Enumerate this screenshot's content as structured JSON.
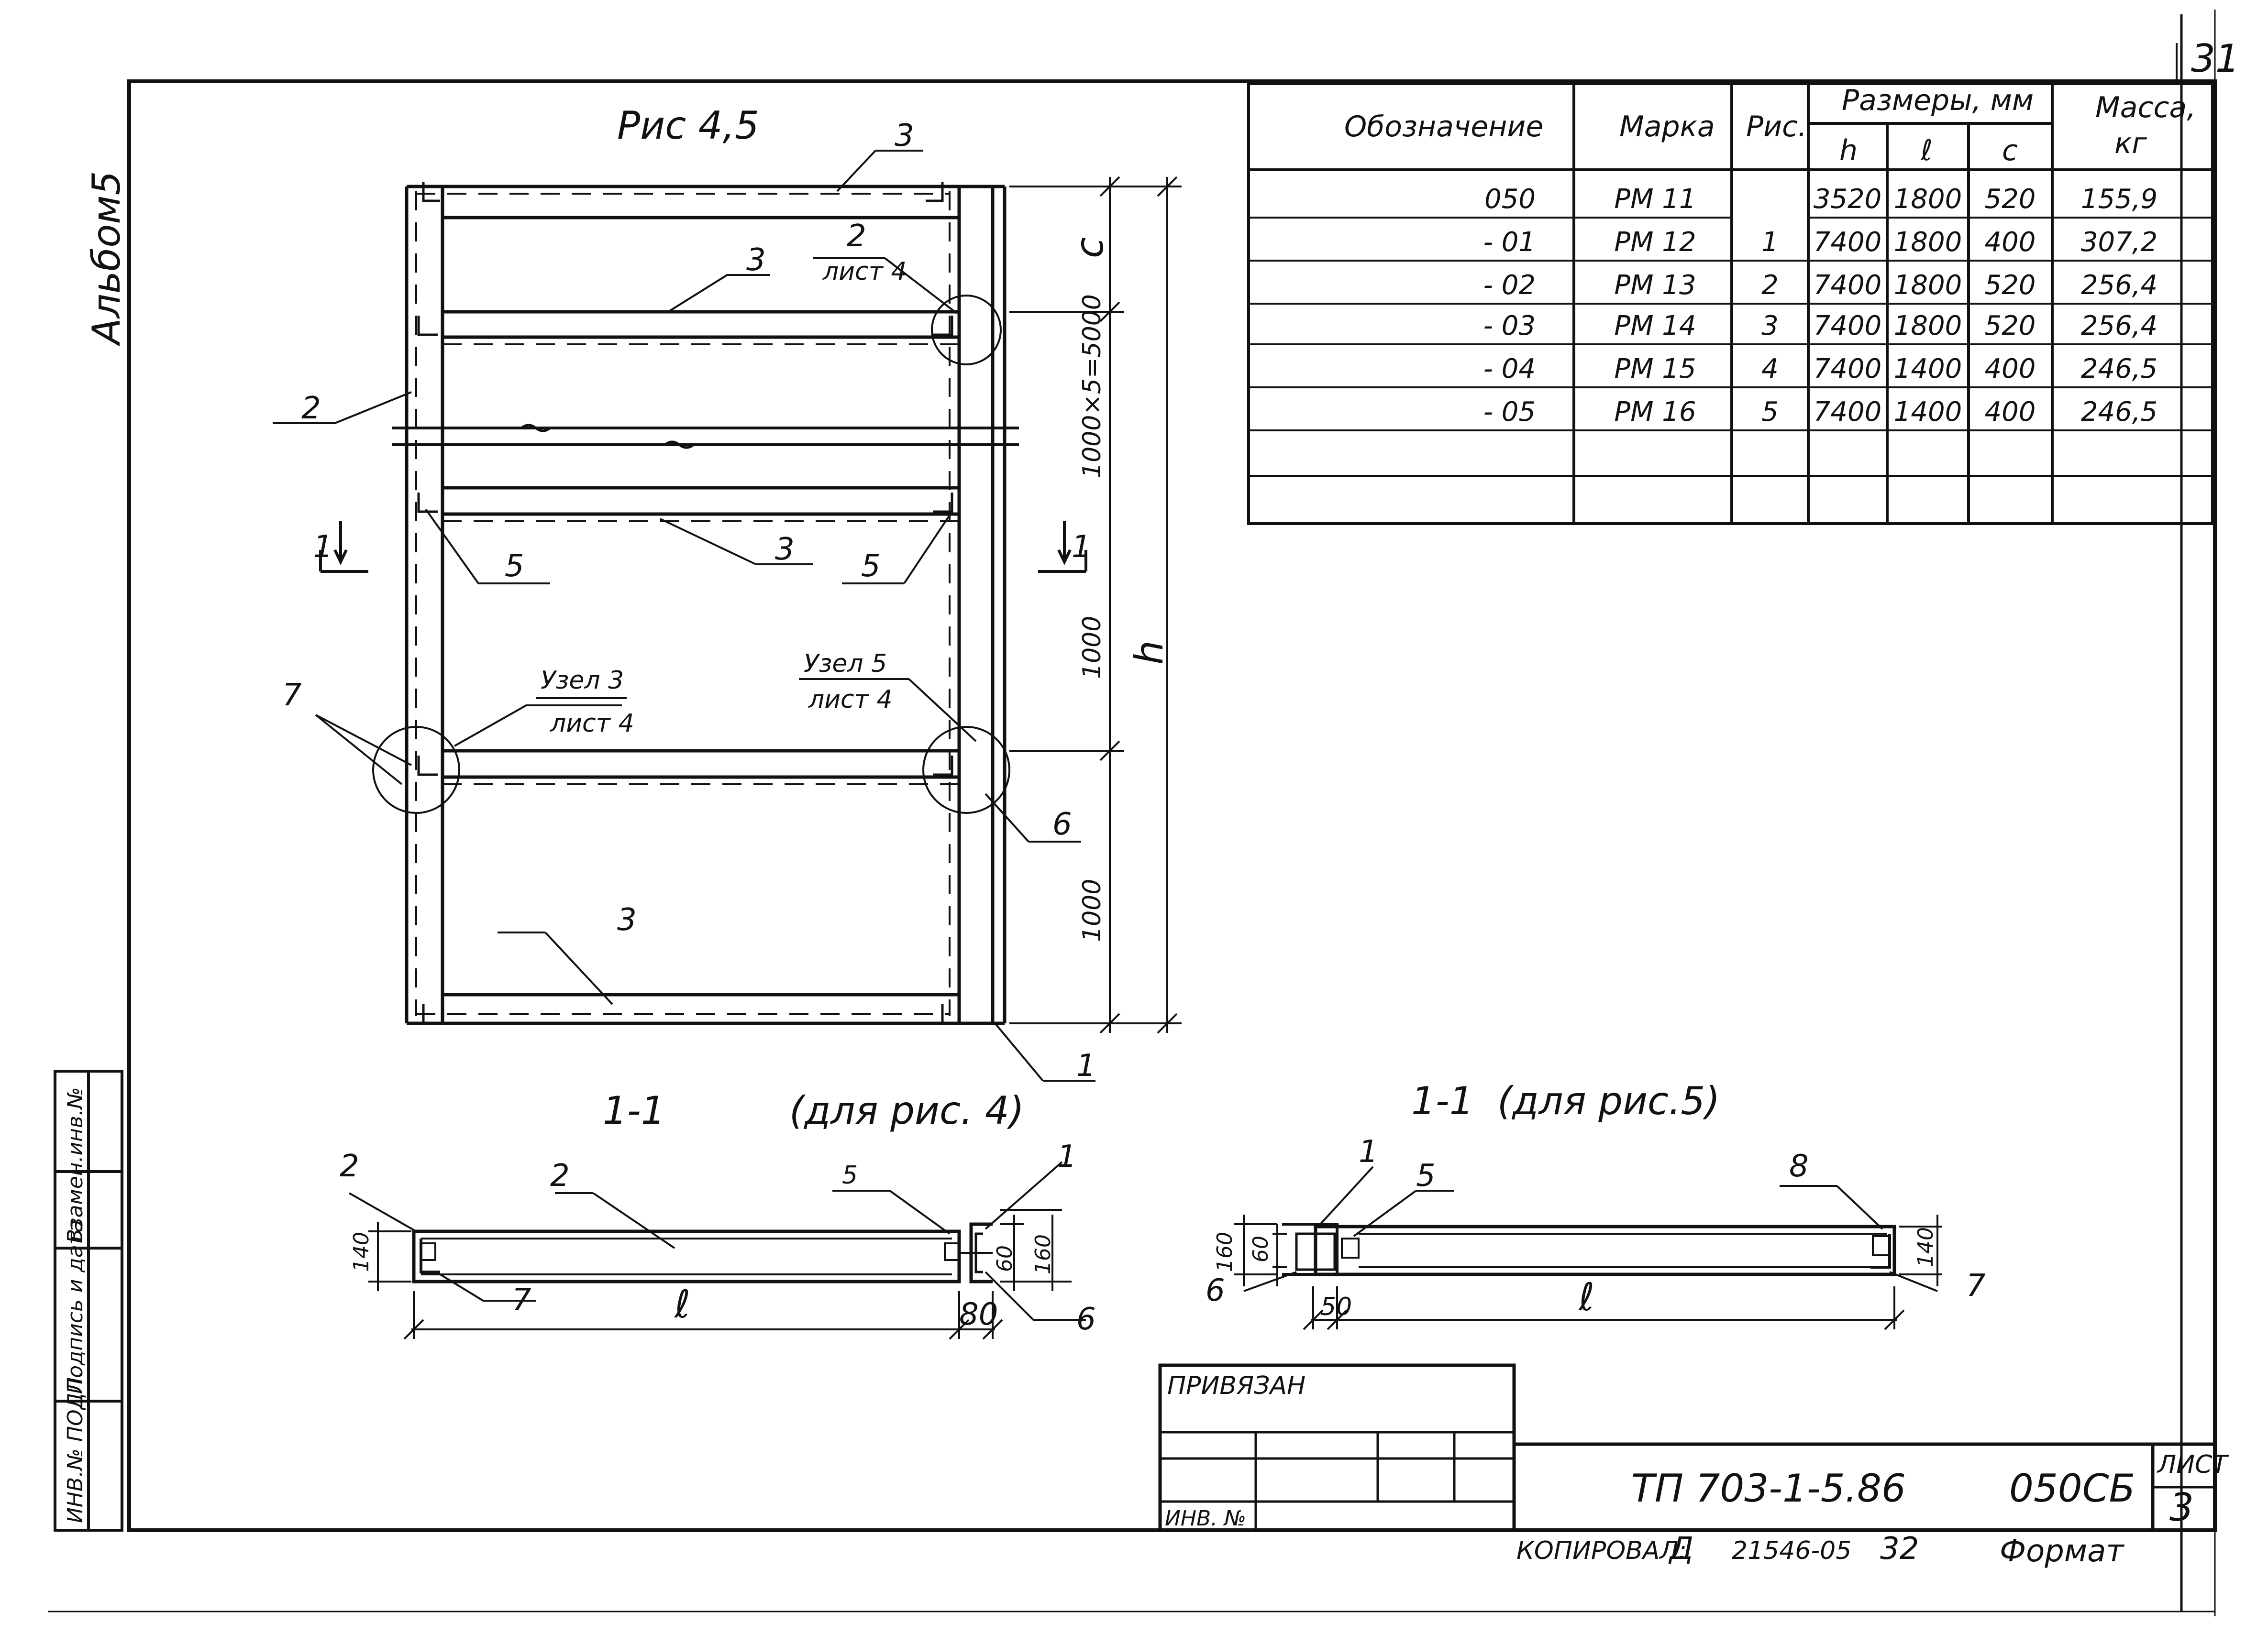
{
  "sheet": {
    "page_number": "31",
    "album_label": "Альбом5",
    "figure_title": "Рис 4,5",
    "sheet_label": "ЛИСТ",
    "sheet_number": "3",
    "doc_code": "ТП 703-1-5.86",
    "doc_mark": "050СБ",
    "bound_label": "ПРИВЯЗАН",
    "inv_label": "ИНВ. №",
    "copied": "КОПИРОВАЛ:",
    "copied_sign": "Д",
    "order_no": "21546-05",
    "order_sheet": "32",
    "format_label": "Формат"
  },
  "side_stamp": {
    "inv_podl": "ИНВ.№ ПОДЛ.",
    "sign_date": "Подпись и дата",
    "vzam_inv": "Взамен.инв.№"
  },
  "table": {
    "headers": {
      "designation": "Обозначение",
      "mark": "Марка",
      "fig": "Рис.",
      "sizes": "Размеры, мм",
      "h": "h",
      "l": "ℓ",
      "c": "с",
      "mass": "Масса,",
      "mass_unit": "кг"
    },
    "rows": [
      {
        "designation": "050",
        "mark": "РМ 11",
        "fig": "",
        "h": "3520",
        "l": "1800",
        "c": "520",
        "mass": "155,9"
      },
      {
        "designation": "- 01",
        "mark": "РМ 12",
        "fig": "1",
        "h": "7400",
        "l": "1800",
        "c": "400",
        "mass": "307,2"
      },
      {
        "designation": "- 02",
        "mark": "РМ 13",
        "fig": "2",
        "h": "7400",
        "l": "1800",
        "c": "520",
        "mass": "256,4"
      },
      {
        "designation": "- 03",
        "mark": "РМ 14",
        "fig": "3",
        "h": "7400",
        "l": "1800",
        "c": "520",
        "mass": "256,4"
      },
      {
        "designation": "- 04",
        "mark": "РМ 15",
        "fig": "4",
        "h": "7400",
        "l": "1400",
        "c": "400",
        "mass": "246,5"
      },
      {
        "designation": "- 05",
        "mark": "РМ 16",
        "fig": "5",
        "h": "7400",
        "l": "1400",
        "c": "400",
        "mass": "246,5"
      }
    ]
  },
  "elevation": {
    "callouts": [
      "3",
      "3",
      "2",
      "5",
      "5",
      "3",
      "3",
      "7",
      "6",
      "1"
    ],
    "ref_node2": "2",
    "ref_node2_sheet": "лист 4",
    "node3": "Узел 3",
    "node3_sheet": "лист 4",
    "node5": "Узел 5",
    "node5_sheet": "лист 4",
    "dim_c": "с",
    "dim_repeat": "1000×5=5000",
    "dim_1000a": "1000",
    "dim_1000b": "1000",
    "dim_h": "h",
    "cut_left": "1",
    "cut_right": "1"
  },
  "section_a": {
    "title": "1-1",
    "note": "(для рис. 4)",
    "callouts": [
      "2",
      "2",
      "5",
      "1",
      "7",
      "6"
    ],
    "dim_140": "140",
    "dim_60": "60",
    "dim_160": "160",
    "dim_l": "ℓ",
    "dim_80": "80"
  },
  "section_b": {
    "title": "1-1",
    "note": "(для рис.5)",
    "callouts": [
      "1",
      "5",
      "8",
      "6",
      "7"
    ],
    "dim_160": "160",
    "dim_60": "60",
    "dim_140": "140",
    "dim_50": "50",
    "dim_l": "ℓ"
  }
}
